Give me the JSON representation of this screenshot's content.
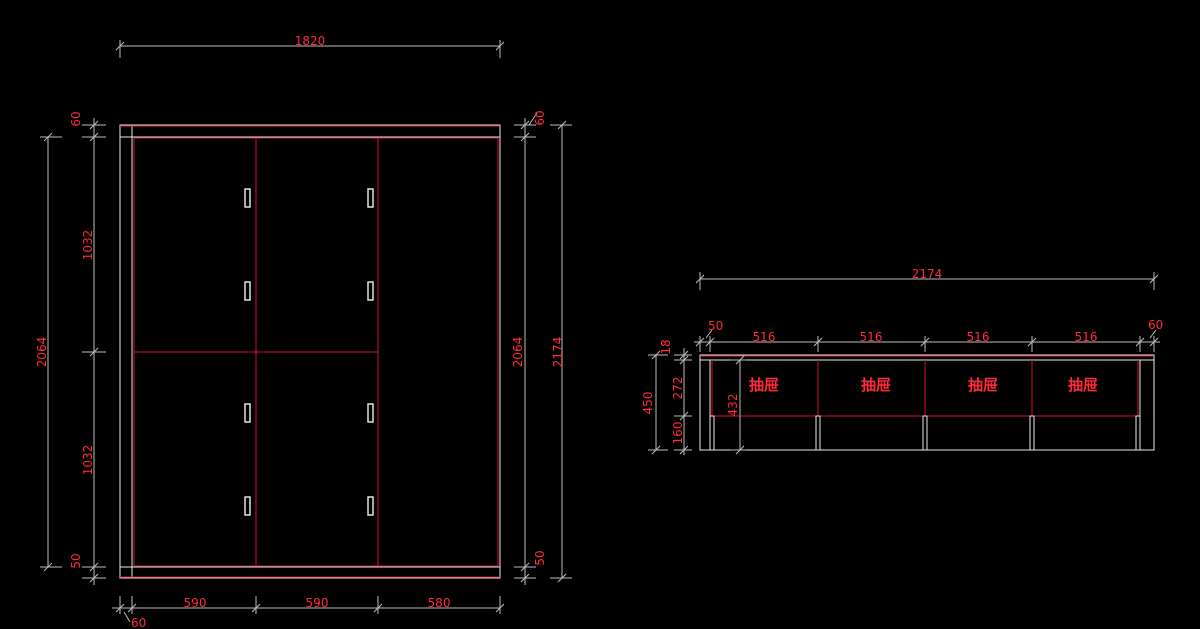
{
  "colors": {
    "background": "#000000",
    "outline": "#e6e6e6",
    "dimension": "#ff2a3c",
    "panel": "#d4102a"
  },
  "front_view": {
    "overall_width": "1820",
    "bottom_dims": [
      "590",
      "590",
      "580"
    ],
    "bottom_left_offset": "60",
    "left_top_offset": "60",
    "left_bottom_offset": "50",
    "left_section_upper": "1032",
    "left_section_lower": "1032",
    "left_total": "2064",
    "right_top_offset": "60",
    "right_bottom_offset": "50",
    "right_inner": "2064",
    "right_total": "2174"
  },
  "side_view": {
    "overall_width": "2174",
    "left_offset": "50",
    "right_offset": "60",
    "drawer_widths": [
      "516",
      "516",
      "516",
      "516"
    ],
    "drawer_label": "抽屉",
    "left_dims": [
      "18",
      "272",
      "160"
    ],
    "left_total": "450",
    "inner_height": "432"
  }
}
